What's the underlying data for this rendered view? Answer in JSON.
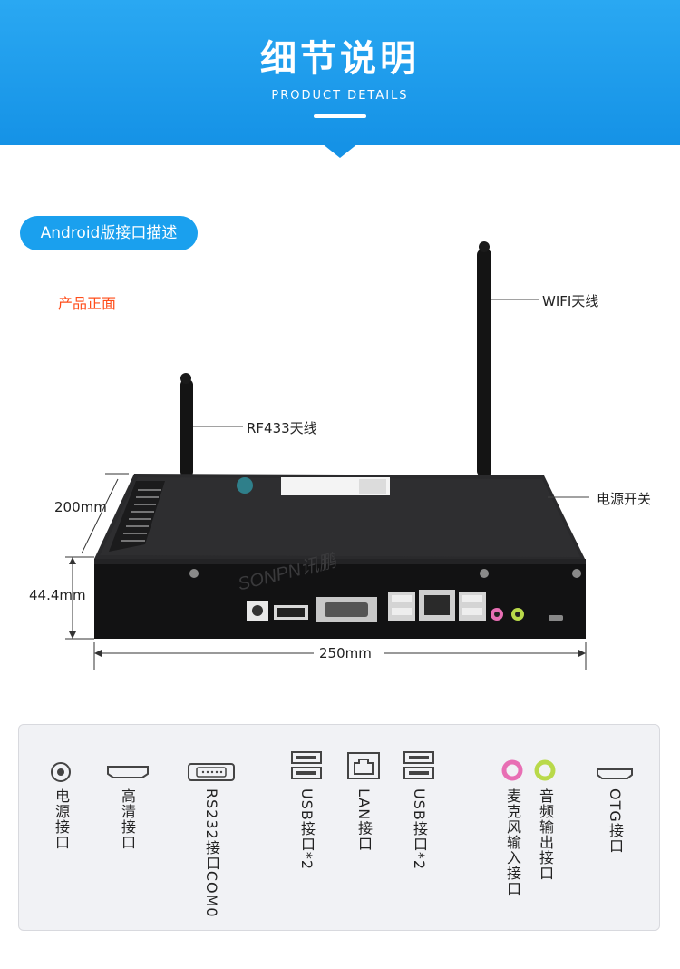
{
  "header": {
    "title": "细节说明",
    "subtitle": "PRODUCT DETAILS"
  },
  "section": {
    "pill_label": "Android版接口描述",
    "front_label": "产品正面"
  },
  "callouts": {
    "wifi": "WIFI天线",
    "rf433": "RF433天线",
    "power_switch": "电源开关"
  },
  "dimensions": {
    "depth": "200mm",
    "height": "44.4mm",
    "width": "250mm"
  },
  "watermark": "SONPN讯鹏",
  "legend": [
    {
      "icon": "power-jack-icon",
      "label": "电源接口"
    },
    {
      "icon": "hdmi-icon",
      "label": "高清接口"
    },
    {
      "icon": "serial-port-icon",
      "label": "RS232接口COM0"
    },
    {
      "icon": "usb-icon",
      "label": "USB接口*2"
    },
    {
      "icon": "lan-icon",
      "label": "LAN接口"
    },
    {
      "icon": "usb-icon",
      "label": "USB接口*2"
    },
    {
      "icon": "mic-icon",
      "label": "麦克风输入接口"
    },
    {
      "icon": "audio-out-icon",
      "label": "音频输出接口"
    },
    {
      "icon": "otg-icon",
      "label": "OTG接口"
    }
  ],
  "colors": {
    "banner": "#1592e6",
    "accent_orange": "#ff4d1a",
    "mic_pink": "#e86fb4",
    "audio_green": "#b9d94a"
  }
}
